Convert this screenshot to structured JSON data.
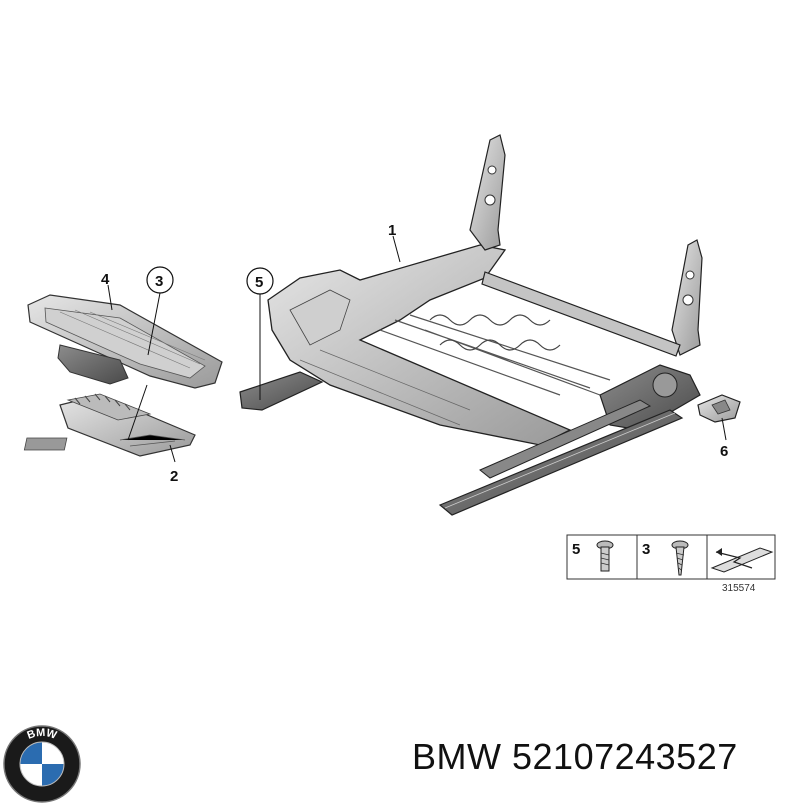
{
  "callouts": {
    "c1": "1",
    "c2": "2",
    "c3": "3",
    "c4": "4",
    "c5": "5",
    "c6": "6"
  },
  "legend": {
    "item_a_number": "5",
    "item_b_number": "3",
    "reference_number": "315574"
  },
  "footer": {
    "brand": "BMW",
    "part_number": "52107243527"
  },
  "logo": {
    "text": "BMW",
    "colors": {
      "ring": "#1a1a1a",
      "blue": "#2b6cb0",
      "white": "#ffffff"
    }
  }
}
